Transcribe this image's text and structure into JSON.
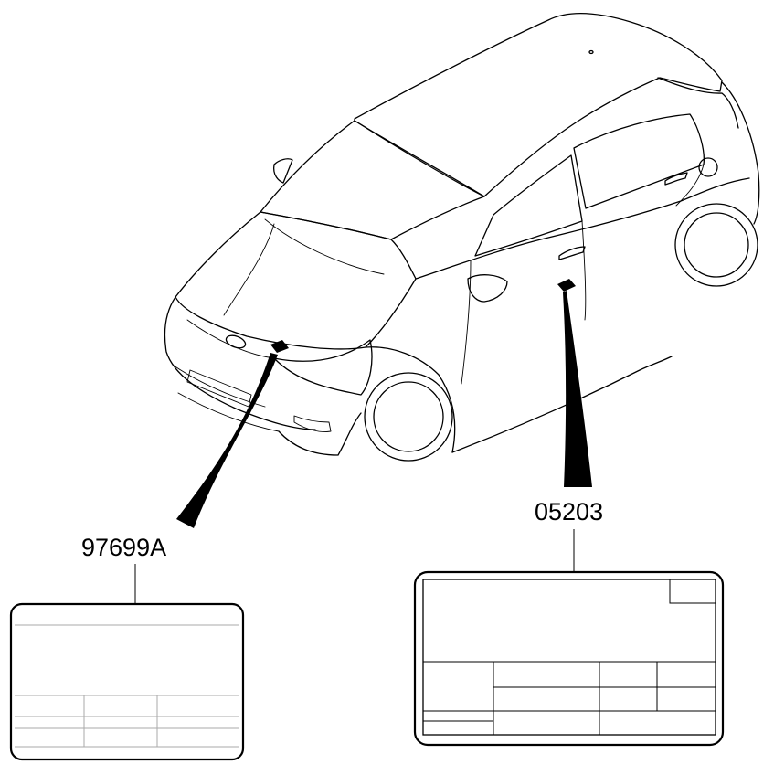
{
  "callouts": [
    {
      "part_number": "97699A",
      "target": "hood-label"
    },
    {
      "part_number": "05203",
      "target": "b-pillar-label"
    }
  ]
}
